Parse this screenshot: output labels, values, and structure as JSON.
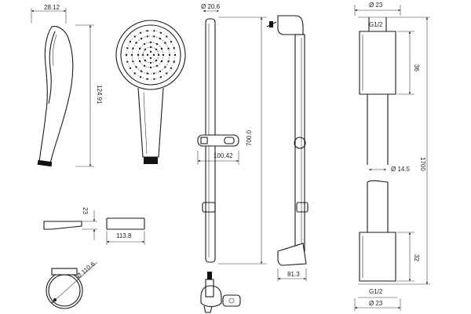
{
  "dimensions": {
    "handshower_side_width": "28.12",
    "handshower_side_height": "124.91",
    "rail_tube_diameter": "Ø 20.6",
    "holder_width": "100.42",
    "rail_height": "700.0",
    "hose_top_diameter": "Ø 23",
    "hose_top_thread": "G1/2",
    "hose_top_nut_height": "36",
    "hose_length": "1700",
    "hose_diameter": "Ø 14.5",
    "hose_bottom_nut_height": "32",
    "hose_bottom_thread": "G1/2",
    "hose_bottom_diameter": "Ø 23",
    "soap_dish_height": "23",
    "soap_dish_width": "113.8",
    "ring_diameter": "Ø 110.6",
    "rail_projection": "81.3"
  }
}
